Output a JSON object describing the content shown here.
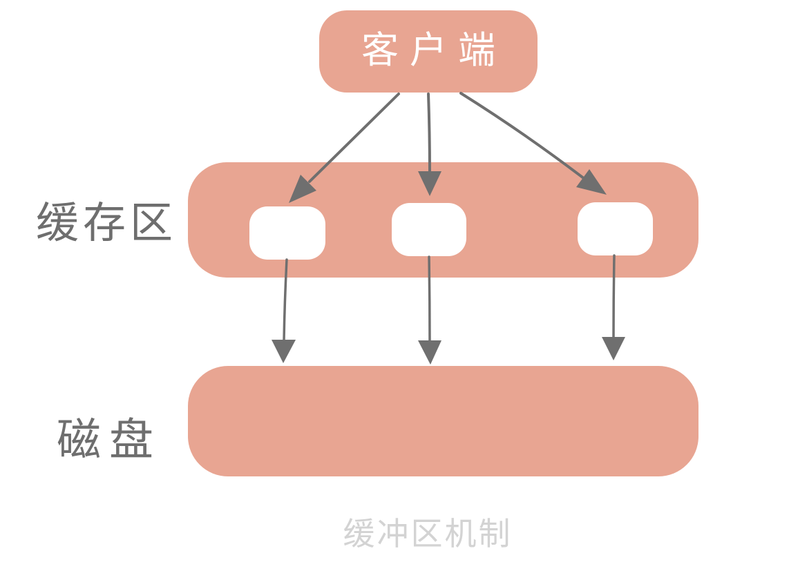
{
  "diagram": {
    "caption": "缓冲区机制",
    "client": {
      "label": "客户端"
    },
    "cache_band": {
      "label": "缓存区",
      "buffer_slot_count": 3,
      "slot_labels": [
        "",
        "",
        ""
      ]
    },
    "disk_band": {
      "label": "磁盘"
    },
    "edges": [
      {
        "from": "client",
        "to": "buffer-slot-1"
      },
      {
        "from": "client",
        "to": "buffer-slot-2"
      },
      {
        "from": "client",
        "to": "buffer-slot-3"
      },
      {
        "from": "buffer-slot-1",
        "to": "disk"
      },
      {
        "from": "buffer-slot-2",
        "to": "disk"
      },
      {
        "from": "buffer-slot-3",
        "to": "disk"
      }
    ],
    "colors": {
      "node_fill": "#E8A592",
      "slot_fill": "#FFFFFF",
      "arrow": "#6F6F6F",
      "side_label_text": "#6E6E6E",
      "caption_text": "#D3D3D3",
      "client_label_text": "#FFFFFF",
      "background": "#FFFFFF"
    }
  }
}
